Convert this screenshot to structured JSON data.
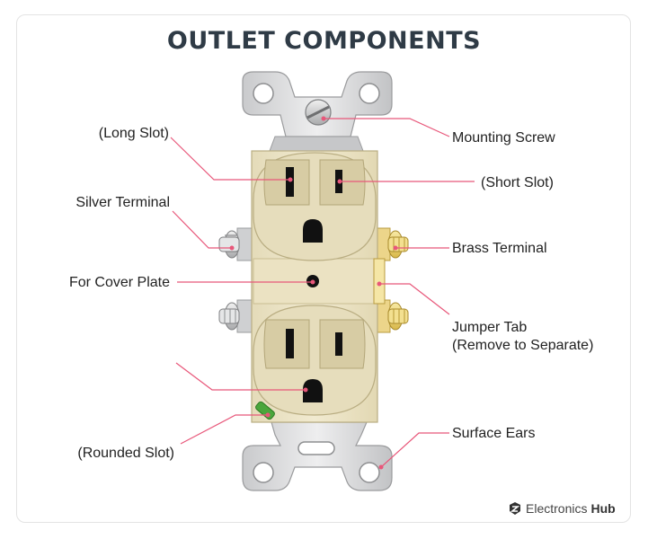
{
  "title": "OUTLET COMPONENTS",
  "labels": {
    "long_slot": "(Long Slot)",
    "silver_terminal": "Silver Terminal",
    "cover_plate": "For Cover Plate",
    "rounded_slot": "(Rounded Slot)",
    "mounting_screw": "Mounting Screw",
    "short_slot": "(Short Slot)",
    "brass_terminal": "Brass Terminal",
    "jumper_tab_line1": "Jumper Tab",
    "jumper_tab_line2": "(Remove to Separate)",
    "surface_ears": "Surface Ears"
  },
  "brand": {
    "name": "Electronics",
    "name_bold": "Hub",
    "icon": "electronics-hub-logo-icon"
  },
  "colors": {
    "title": "#2f3b46",
    "leader_line": "#e8577a",
    "outlet_body": "#ece4c6",
    "outlet_face": "#ddd2ad",
    "metal": "#d9dadb",
    "brass": "#f1da7e",
    "ground_screw": "#4aa63c"
  }
}
